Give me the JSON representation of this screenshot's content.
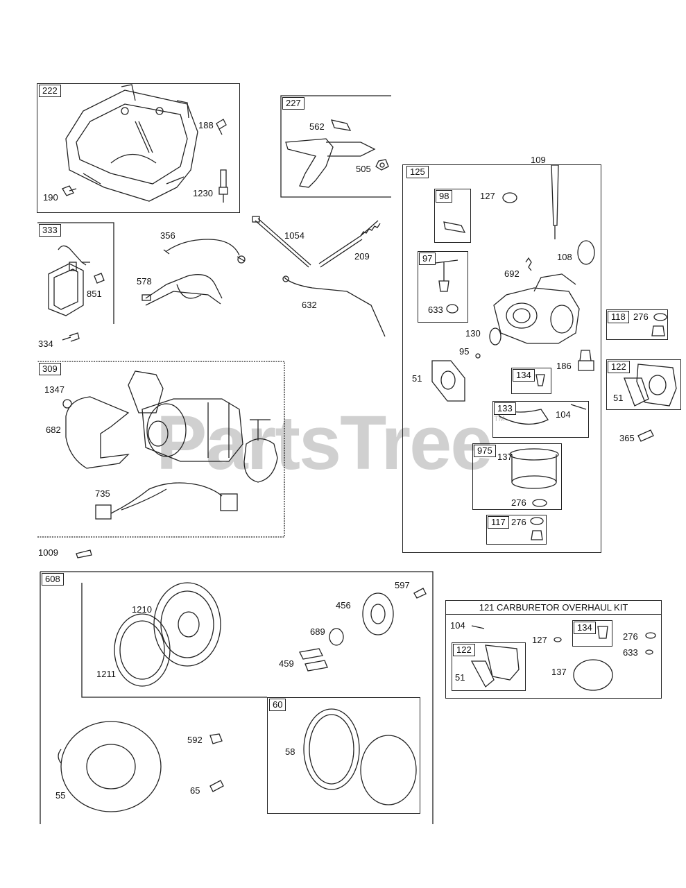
{
  "watermark": {
    "text": "PartsTree",
    "tm": "TM"
  },
  "groups": {
    "g222": "222",
    "g227": "227",
    "g125": "125",
    "g333": "333",
    "g309": "309",
    "g98": "98",
    "g97": "97",
    "g118": "118",
    "g122": "122",
    "g134": "134",
    "g133": "133",
    "g975": "975",
    "g117": "117",
    "g608": "608",
    "g60": "60",
    "k134": "134",
    "k122": "122"
  },
  "kit": {
    "title": "121 CARBURETOR OVERHAUL KIT"
  },
  "labels": {
    "p188": "188",
    "p190": "190",
    "p1230": "1230",
    "p562": "562",
    "p505": "505",
    "p127": "127",
    "p109": "109",
    "p108": "108",
    "p692": "692",
    "p633": "633",
    "p130": "130",
    "p95": "95",
    "p51": "51",
    "p186": "186",
    "p104": "104",
    "p137": "137",
    "p276a": "276",
    "p276b": "276",
    "p276c": "276",
    "p51b": "51",
    "p365": "365",
    "p356": "356",
    "p1054": "1054",
    "p209": "209",
    "p578": "578",
    "p632": "632",
    "p851": "851",
    "p334": "334",
    "p1347": "1347",
    "p682": "682",
    "p735": "735",
    "p1009": "1009",
    "p597": "597",
    "p1210": "1210",
    "p456": "456",
    "p689": "689",
    "p1211": "1211",
    "p459": "459",
    "p592": "592",
    "p58": "58",
    "p55": "55",
    "p65": "65",
    "k104": "104",
    "k127": "127",
    "k276": "276",
    "k633": "633",
    "k51": "51",
    "k137": "137"
  }
}
